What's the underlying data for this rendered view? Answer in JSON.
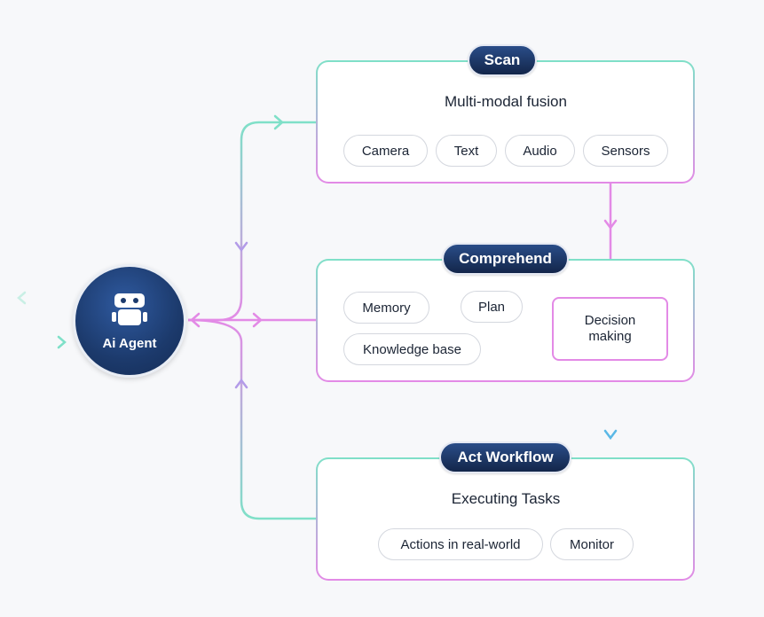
{
  "agent": {
    "label": "Ai Agent",
    "icon": "robot-icon"
  },
  "scan": {
    "badge": "Scan",
    "title": "Multi-modal fusion",
    "chips": [
      "Camera",
      "Text",
      "Audio",
      "Sensors"
    ]
  },
  "comprehend": {
    "badge": "Comprehend",
    "chips": [
      "Memory",
      "Plan",
      "Knowledge base"
    ],
    "decision": "Decision making"
  },
  "act": {
    "badge": "Act Workflow",
    "title": "Executing Tasks",
    "chips": [
      "Actions in real-world",
      "Monitor"
    ]
  },
  "colors": {
    "teal": "#7fe0c8",
    "pink": "#e38ae6",
    "navy": "#1c3a6c",
    "chip_border": "#d4d7de"
  }
}
